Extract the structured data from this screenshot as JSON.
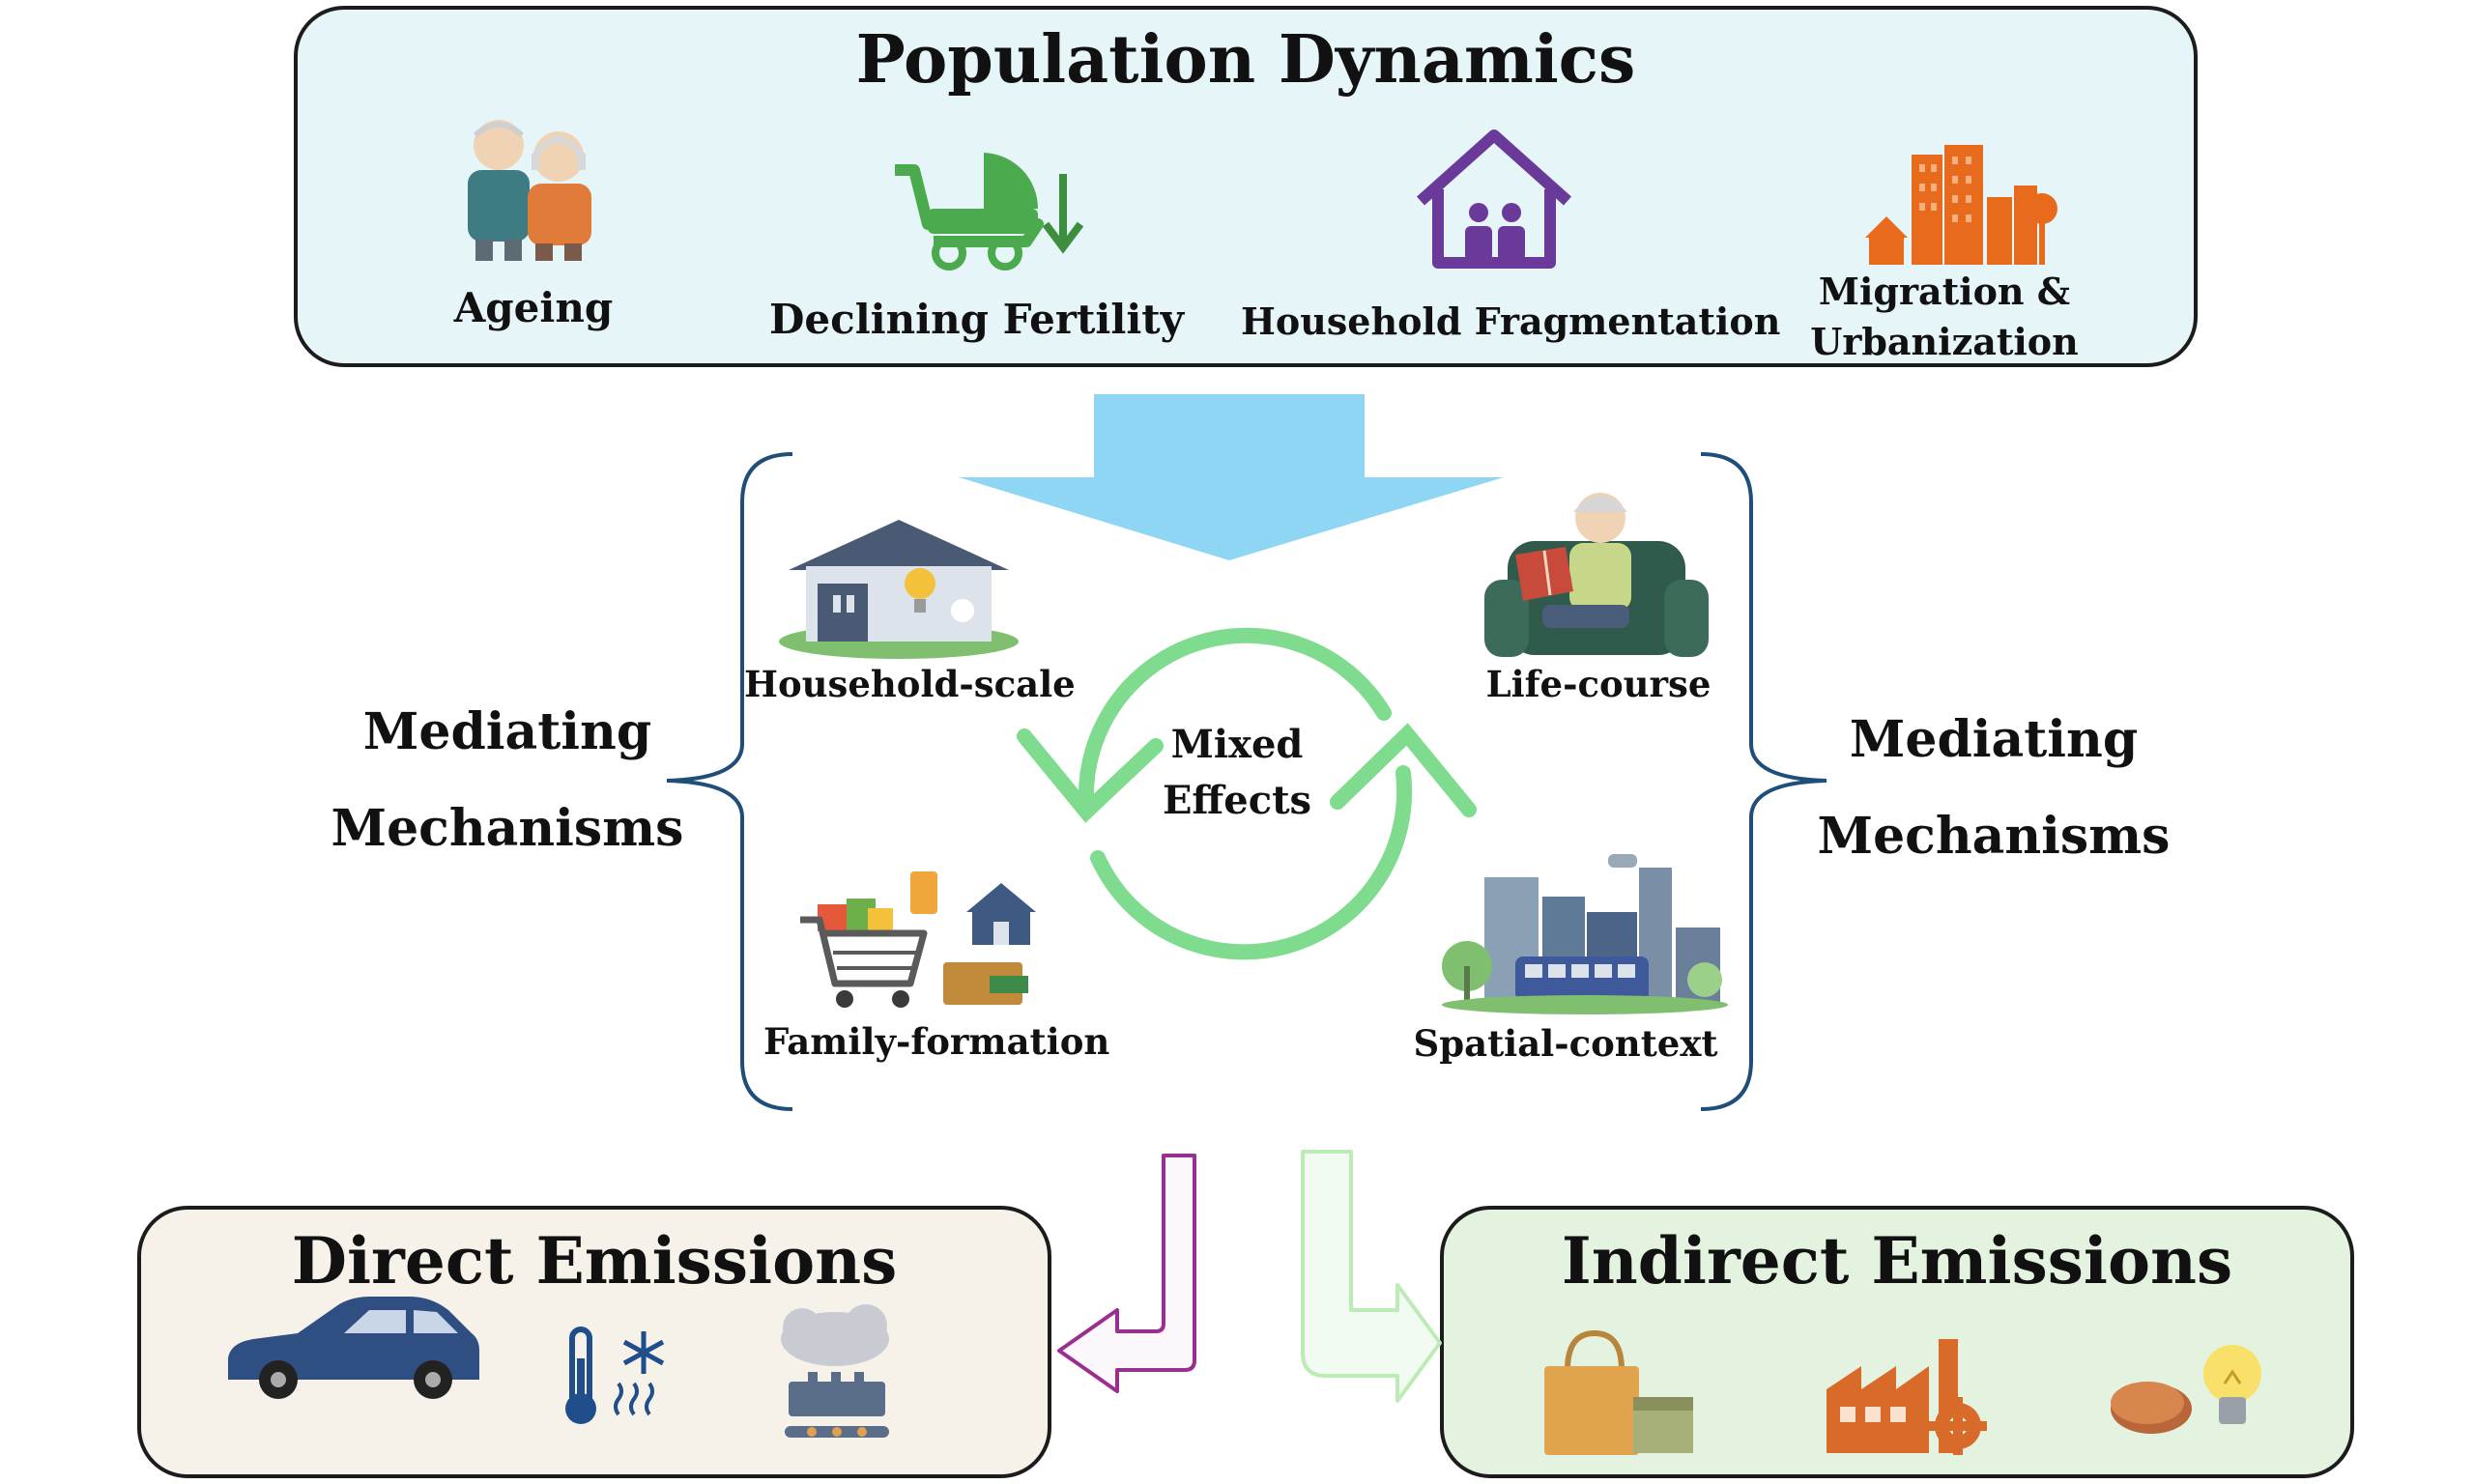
{
  "population": {
    "title": "Population Dynamics",
    "items": [
      {
        "label": "Ageing",
        "icon": "elderly-couple-icon"
      },
      {
        "label": "Declining Fertility",
        "icon": "baby-stroller-icon"
      },
      {
        "label": "Household Fragmentation",
        "icon": "house-family-icon"
      },
      {
        "label": "Migration &\nUrbanization",
        "icon": "city-buildings-icon"
      }
    ]
  },
  "mediating": {
    "left_label": "Mediating\nMechanisms",
    "right_label": "Mediating\nMechanisms",
    "center_label": "Mixed\nEffects",
    "mechanisms": [
      {
        "label": "Household-scale",
        "icon": "household-icon"
      },
      {
        "label": "Life-course",
        "icon": "elderly-reading-icon"
      },
      {
        "label": "Family-formation",
        "icon": "shopping-cart-icon"
      },
      {
        "label": "Spatial-context",
        "icon": "urban-transit-icon"
      }
    ]
  },
  "direct": {
    "title": "Direct Emissions",
    "icons": [
      "car-icon",
      "thermometer-snowflake-icon",
      "co2-factory-icon"
    ]
  },
  "indirect": {
    "title": "Indirect Emissions",
    "icons": [
      "shopping-bag-icon",
      "factory-gear-icon",
      "coin-lightbulb-icon"
    ]
  },
  "colors": {
    "pop_box": "#e6f5f8",
    "big_arrow": "#8fd6f5",
    "cycle": "#7fdc8e",
    "direct_arrow": "#9b2f8f",
    "indirect_arrow": "#bdebb6",
    "brace": "#1f4e79",
    "direct_box": "#f6f2ea",
    "indirect_box": "#e4f3df"
  }
}
